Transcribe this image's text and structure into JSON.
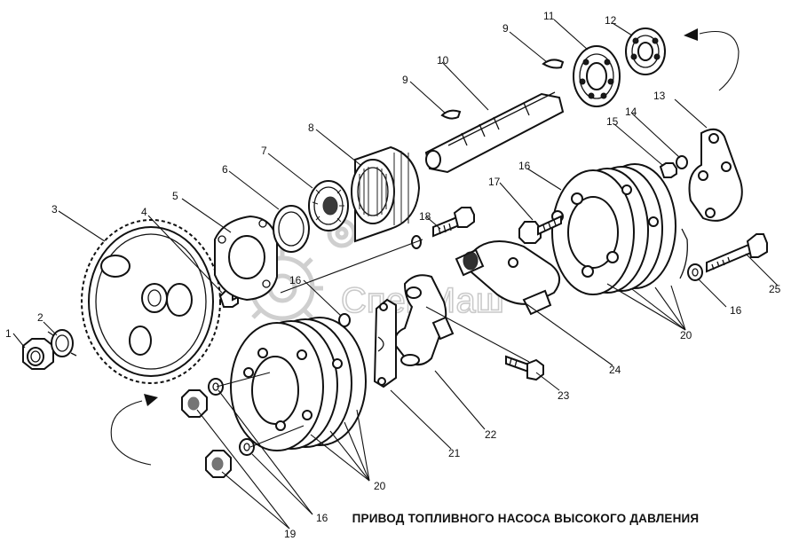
{
  "caption": "ПРИВОД ТОПЛИВНОГО НАСОСА ВЫСОКОГО ДАВЛЕНИЯ",
  "watermark": "СпецМаш",
  "callouts": {
    "c1": "1",
    "c2": "2",
    "c3": "3",
    "c4": "4",
    "c5": "5",
    "c6": "6",
    "c7": "7",
    "c8": "8",
    "c9a": "9",
    "c9b": "9",
    "c10": "10",
    "c11": "11",
    "c12": "12",
    "c13": "13",
    "c14": "14",
    "c15": "15",
    "c16a": "16",
    "c16b": "16",
    "c16c": "16",
    "c16d": "16",
    "c17": "17",
    "c18": "18",
    "c19": "19",
    "c20a": "20",
    "c20b": "20",
    "c21": "21",
    "c22": "22",
    "c23": "23",
    "c24": "24",
    "c25": "25"
  }
}
